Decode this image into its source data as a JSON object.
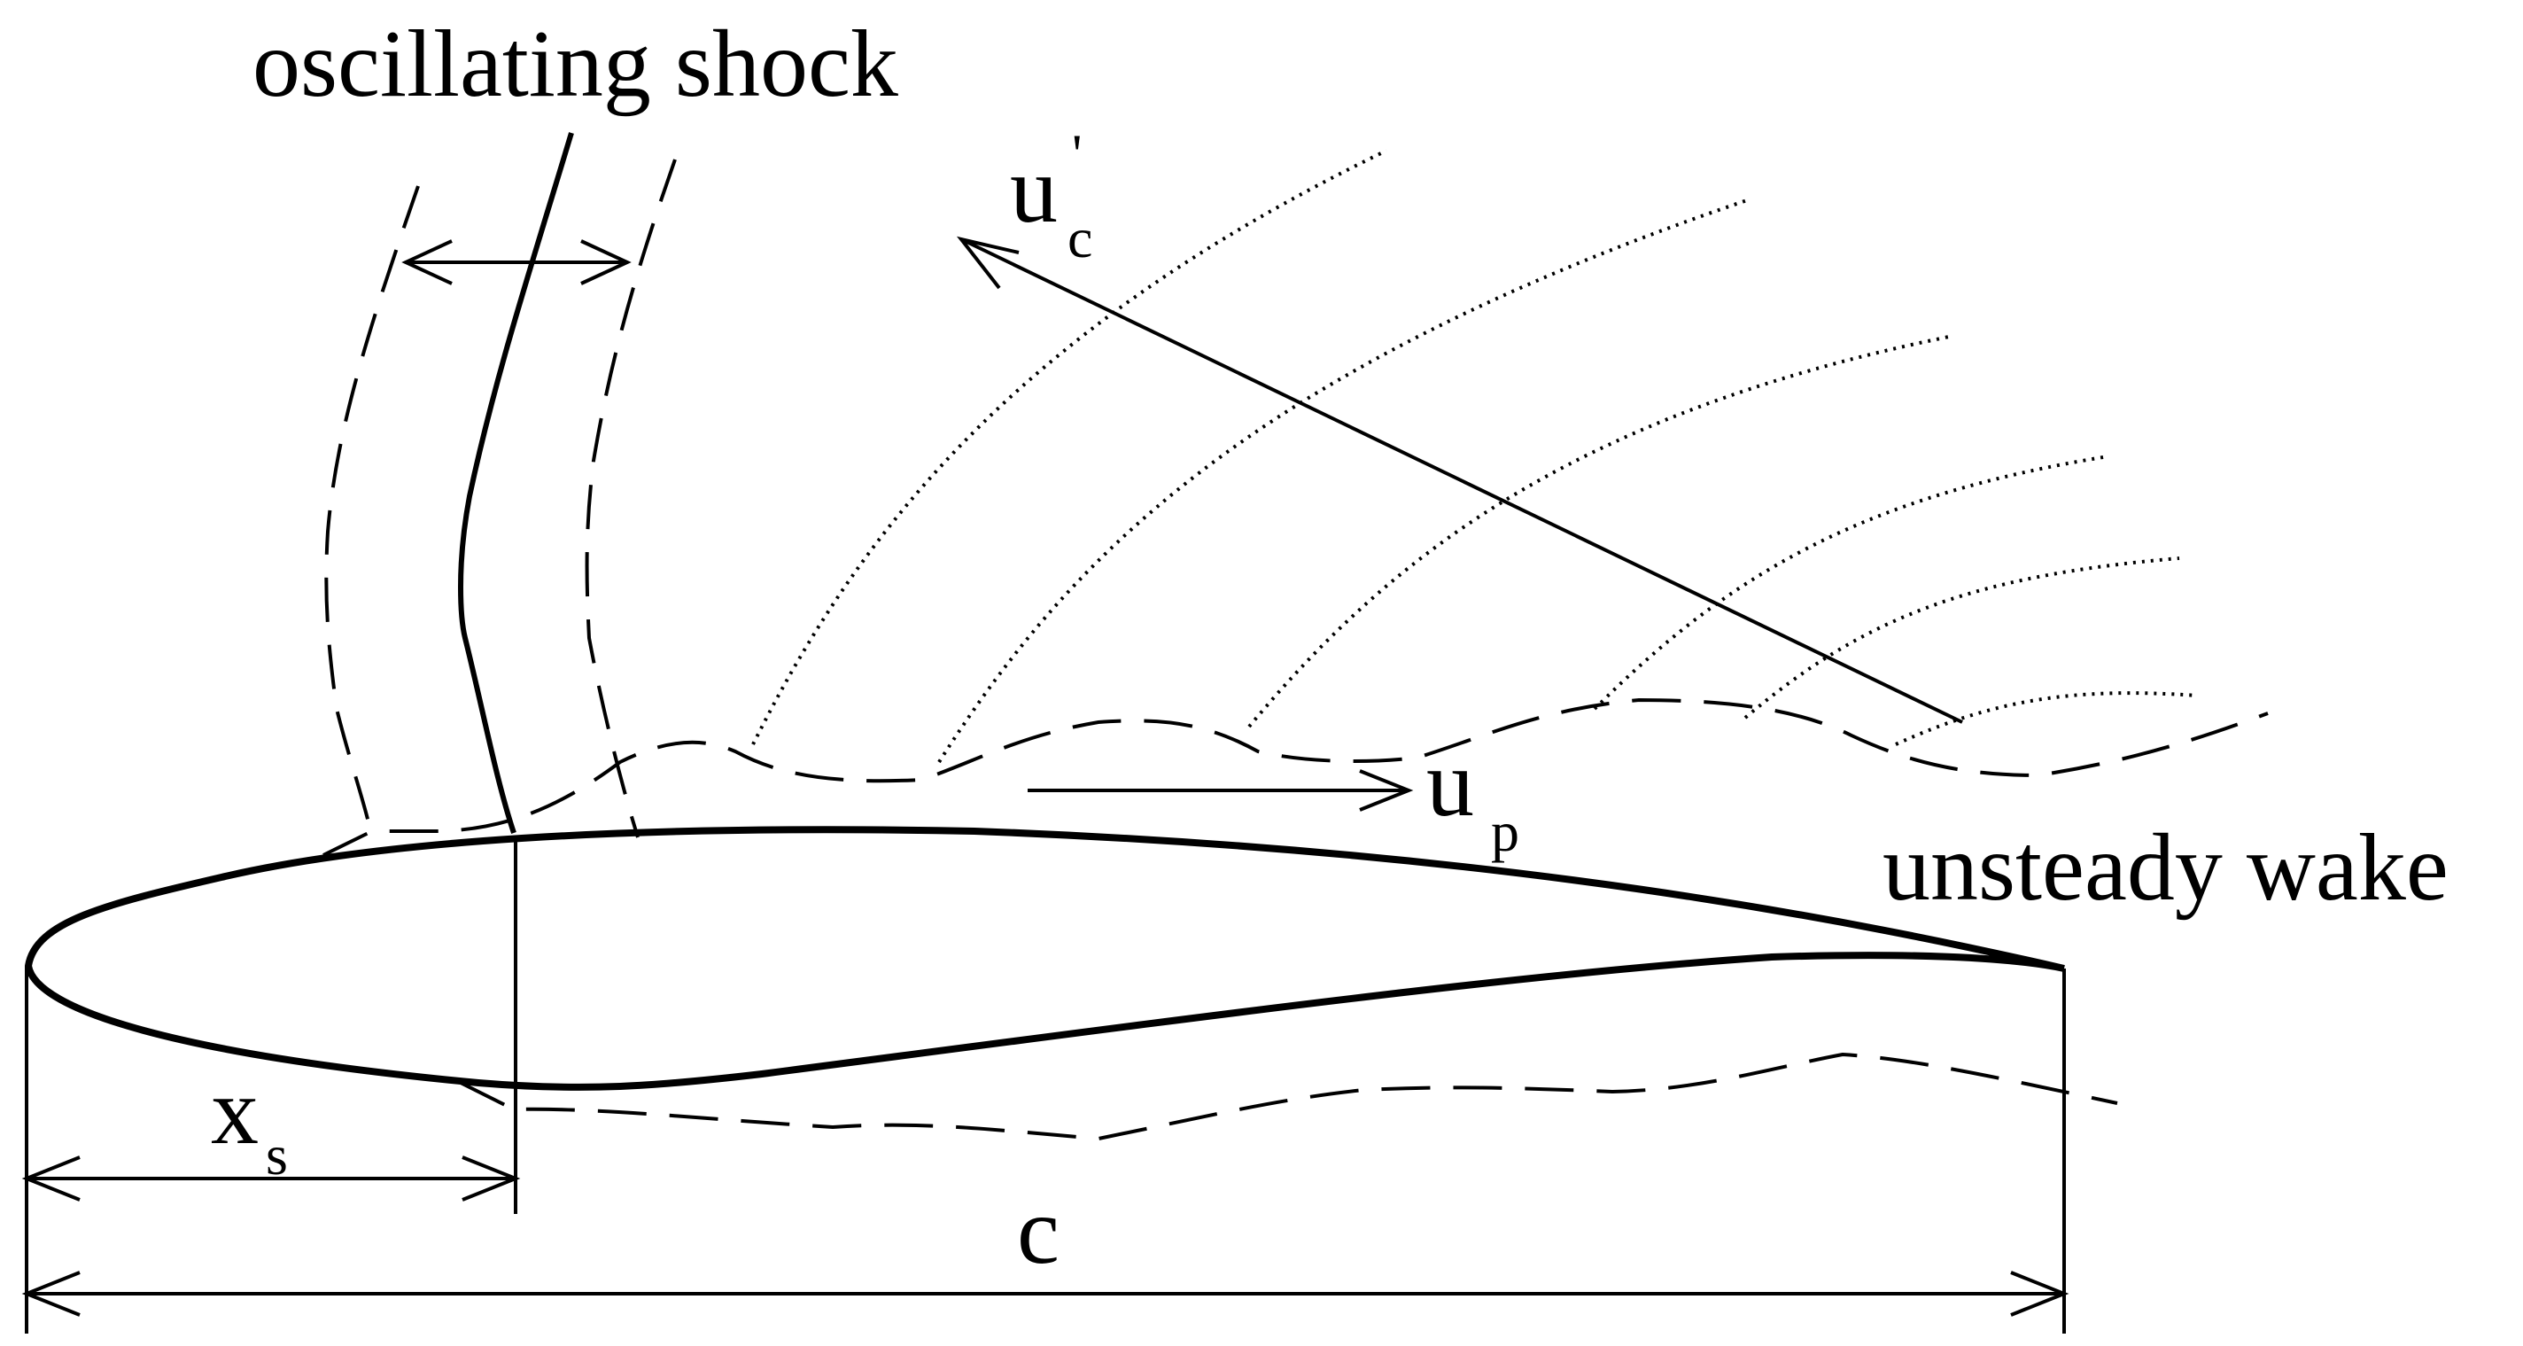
{
  "labels": {
    "oscillating_shock": "oscillating shock",
    "unsteady_wake": "unsteady wake",
    "u_c_base": "u",
    "u_c_sub": "c",
    "u_c_prime": "'",
    "u_p_base": "u",
    "u_p_sub": "p",
    "x_s_base": "x",
    "x_s_sub": "s",
    "chord": "c"
  }
}
